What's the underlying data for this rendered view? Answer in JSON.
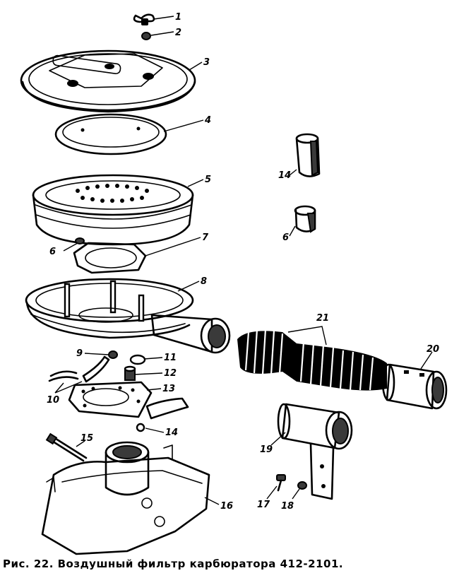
{
  "caption": "Рис. 22. Воздушный фильтр карбюратора 412-2101.",
  "callouts": [
    "1",
    "2",
    "3",
    "4",
    "5",
    "6",
    "7",
    "8",
    "9",
    "10",
    "11",
    "12",
    "13",
    "14",
    "15",
    "16",
    "17",
    "18",
    "19",
    "20",
    "21"
  ]
}
